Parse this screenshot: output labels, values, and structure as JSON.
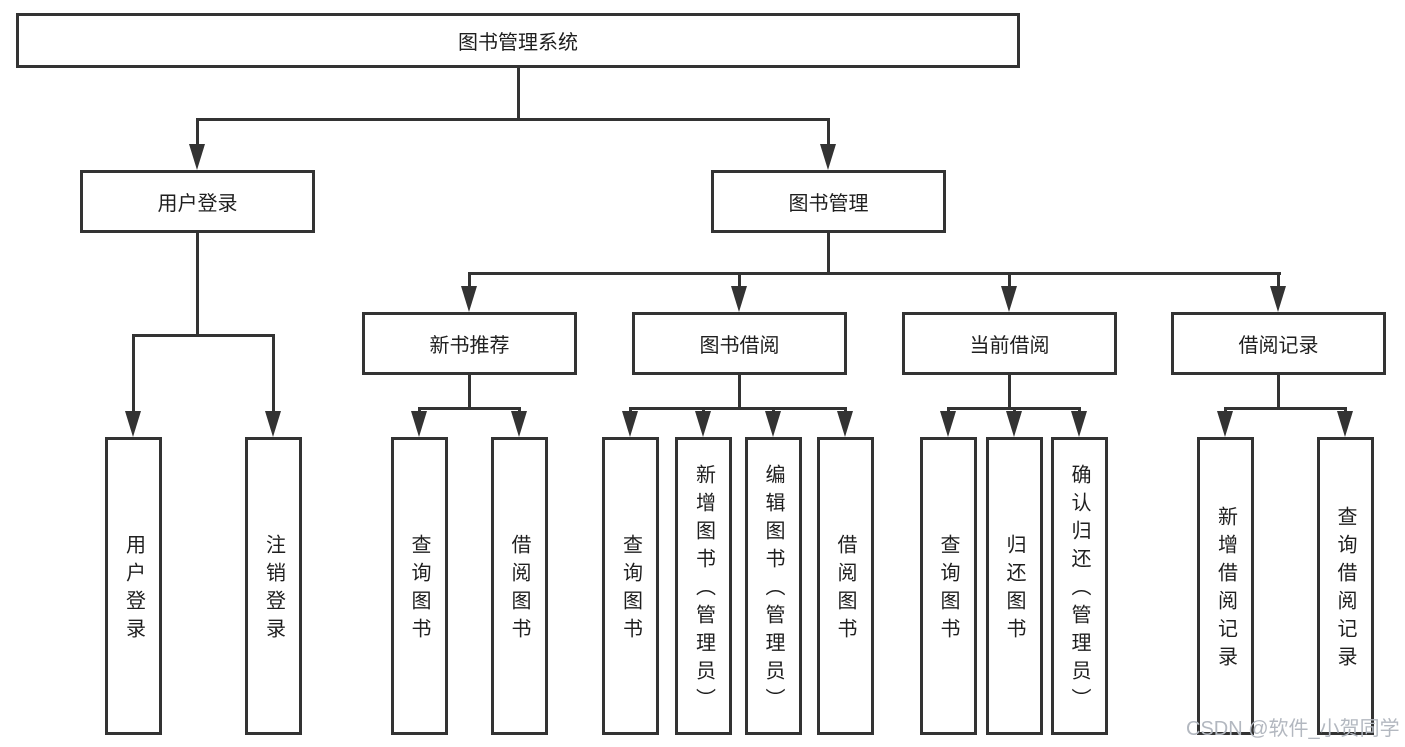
{
  "tree": {
    "label": "图书管理系统",
    "children": [
      {
        "label": "用户登录",
        "children": [
          {
            "label": "用户登录"
          },
          {
            "label": "注销登录"
          }
        ]
      },
      {
        "label": "图书管理",
        "children": [
          {
            "label": "新书推荐",
            "children": [
              {
                "label": "查询图书"
              },
              {
                "label": "借阅图书"
              }
            ]
          },
          {
            "label": "图书借阅",
            "children": [
              {
                "label": "查询图书"
              },
              {
                "label": "新增图书（管理员）"
              },
              {
                "label": "编辑图书（管理员）"
              },
              {
                "label": "借阅图书"
              }
            ]
          },
          {
            "label": "当前借阅",
            "children": [
              {
                "label": "查询图书"
              },
              {
                "label": "归还图书"
              },
              {
                "label": "确认归还（管理员）"
              }
            ]
          },
          {
            "label": "借阅记录",
            "children": [
              {
                "label": "新增借阅记录"
              },
              {
                "label": "查询借阅记录"
              }
            ]
          }
        ]
      }
    ]
  },
  "watermark": {
    "text": "CSDN @软件_小贺同学"
  },
  "colors": {
    "line": "#333333",
    "text": "#1f1f1f",
    "bg": "#ffffff",
    "watermark": "#b3b8c0"
  }
}
